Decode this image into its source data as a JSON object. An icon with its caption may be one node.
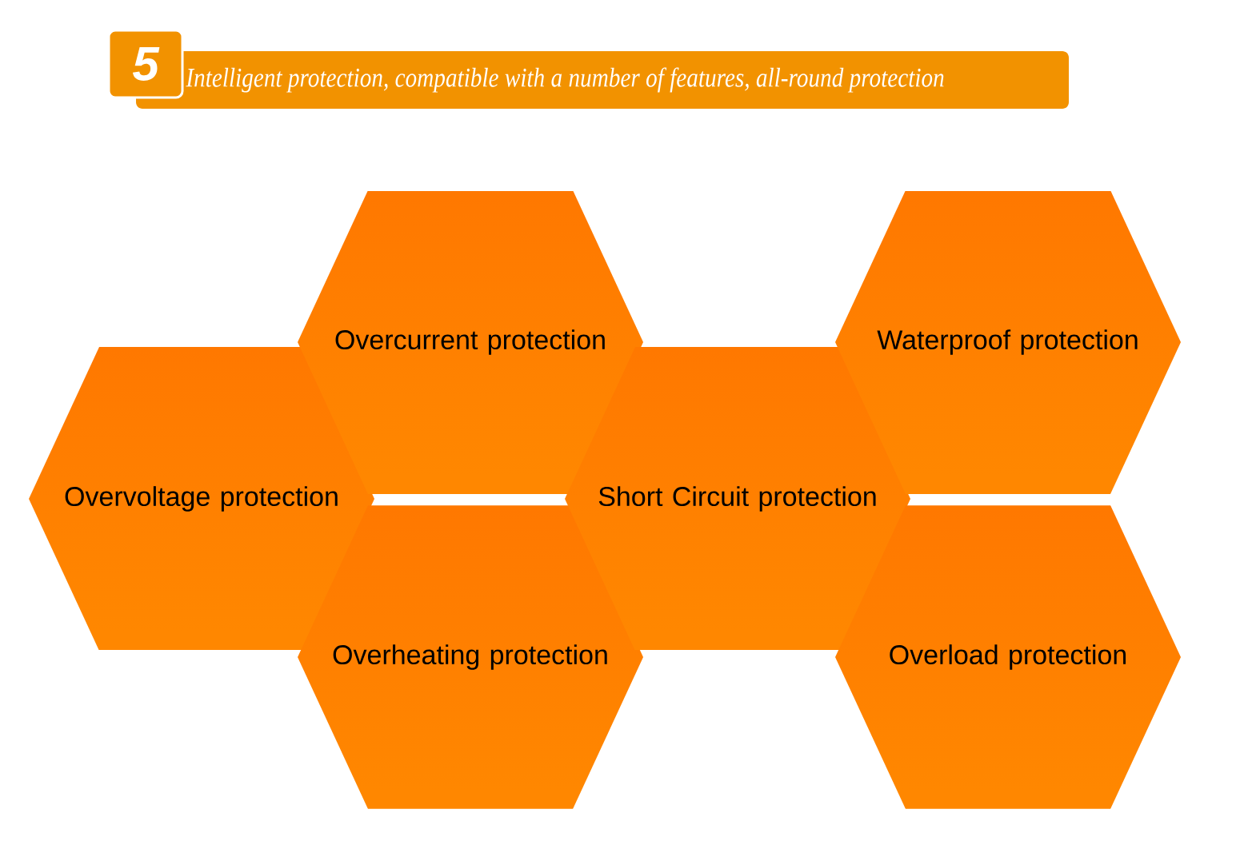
{
  "diagram": {
    "title": "Intelligent protection, compatible with a number of features, all-round protection",
    "nodes": [
      {
        "text": [
          "Overvoltage protection"
        ]
      },
      {
        "text": [
          "Overcurrent protection"
        ]
      },
      {
        "text": [
          "Overheating protection"
        ]
      },
      {
        "text": [
          "Short Circuit protection"
        ]
      },
      {
        "text": [
          "Waterproof protection"
        ]
      },
      {
        "text": [
          "Overload protection"
        ]
      }
    ],
    "edges": [],
    "labels": [
      "5"
    ]
  }
}
